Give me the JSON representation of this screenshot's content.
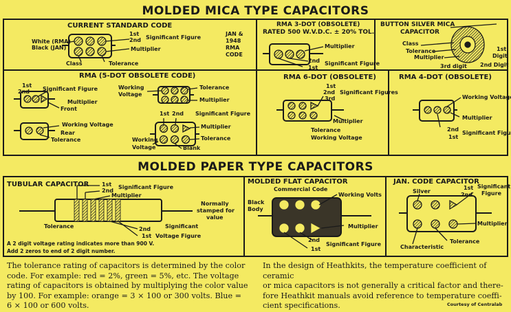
{
  "mica_title": "MOLDED MICA TYPE CAPACITORS",
  "paper_title": "MOLDED PAPER TYPE CAPACITORS",
  "current_std": {
    "title": "CURRENT STANDARD CODE",
    "white_rma": "White (RMA)",
    "black_jan": "Black (JAN)",
    "first": "1st",
    "second": "2nd",
    "sig_fig": "Significant Figure",
    "multiplier": "Multiplier",
    "class": "Class",
    "tolerance": "Tolerance",
    "jan1": "JAN &",
    "jan2": "1948",
    "jan3": "RMA",
    "jan4": "CODE"
  },
  "rma3": {
    "title1": "RMA 3-DOT (OBSOLETE)",
    "title2": "RATED 500 W.V.D.C. ± 20% TOL.",
    "multiplier": "Multiplier",
    "second": "2nd",
    "first": "1st",
    "sig_fig": "Significant Figure"
  },
  "button": {
    "title1": "BUTTON SILVER MICA",
    "title2": "CAPACITOR",
    "class": "Class",
    "tolerance": "Tolerance",
    "multiplier": "Multiplier",
    "third": "3rd digit",
    "first": "1st",
    "digit": "Digit",
    "second": "2nd Digit"
  },
  "rma5": {
    "title": "RMA (5-DOT OBSOLETE CODE)",
    "first": "1st",
    "second": "2nd",
    "sig_fig": "Significant Figure",
    "multiplier": "Multiplier",
    "front": "Front",
    "working_voltage": "Working Voltage",
    "rear": "Rear",
    "tolerance": "Tolerance",
    "working": "Working",
    "voltage": "Voltage",
    "tolerance2": "Tolerance",
    "multiplier2": "Multiplier",
    "first2": "1st",
    "second2": "2nd",
    "sig_fig2": "Significant Figure",
    "multiplier3": "Multiplier",
    "tolerance3": "Tolerance",
    "working2": "Working",
    "voltage2": "Voltage",
    "blank": "Blank"
  },
  "rma6": {
    "title": "RMA 6-DOT (OBSOLETE)",
    "first": "1st",
    "second": "2nd",
    "third": "3rd",
    "sig_figs": "Significant Figures",
    "multiplier": "Multiplier",
    "tolerance": "Tolerance",
    "working_voltage": "Working Voltage"
  },
  "rma4": {
    "title": "RMA 4-DOT (OBSOLETE)",
    "working_voltage": "Working Voltage",
    "multiplier": "Multiplier",
    "second": "2nd",
    "first": "1st",
    "sig_fig": "Significant Figure"
  },
  "tubular": {
    "title": "TUBULAR CAPACITOR",
    "first": "1st",
    "second": "2nd",
    "sig_fig": "Significant Figure",
    "multiplier": "Multiplier",
    "normally1": "Normally",
    "normally2": "stamped for",
    "normally3": "value",
    "tolerance": "Tolerance",
    "second2": "2nd",
    "first2": "1st",
    "significant": "Significant",
    "voltage_figure": "Voltage Figure",
    "note1": "A 2 digit voltage rating indicates more than 900 V.",
    "note2": "Add 2 zeros to end of 2 digit number."
  },
  "flat": {
    "title": "MOLDED FLAT CAPACITOR",
    "commercial": "Commercial Code",
    "working_volts": "Working Volts",
    "black": "Black",
    "body": "Body",
    "multiplier": "Multiplier",
    "second": "2nd",
    "first": "1st",
    "sig_fig": "Significant Figure"
  },
  "jan": {
    "title": "JAN. CODE CAPACITOR",
    "silver": "Silver",
    "first": "1st",
    "second": "2nd",
    "significant": "Significant",
    "figure": "Figure",
    "multiplier": "Multiplier",
    "tolerance": "Tolerance",
    "characteristic": "Characteristic"
  },
  "text_left": [
    "The tolerance rating of capacitors is determined by the color",
    "code. For example: red = 2%, green = 5%, etc. The voltage",
    "rating of capacitors is obtained by multiplying the color value",
    "by 100. For example: orange = 3 × 100 or 300 volts. Blue =",
    "6 × 100 or 600 volts."
  ],
  "text_right": [
    "In the design of Heathkits, the temperature coefficient of ceramic",
    "or mica capacitors is not generally a critical factor and there-",
    "fore Heathkit manuals avoid reference to temperature coeffi-",
    "cient specifications."
  ],
  "courtesy": "Courtesy of Centralab"
}
